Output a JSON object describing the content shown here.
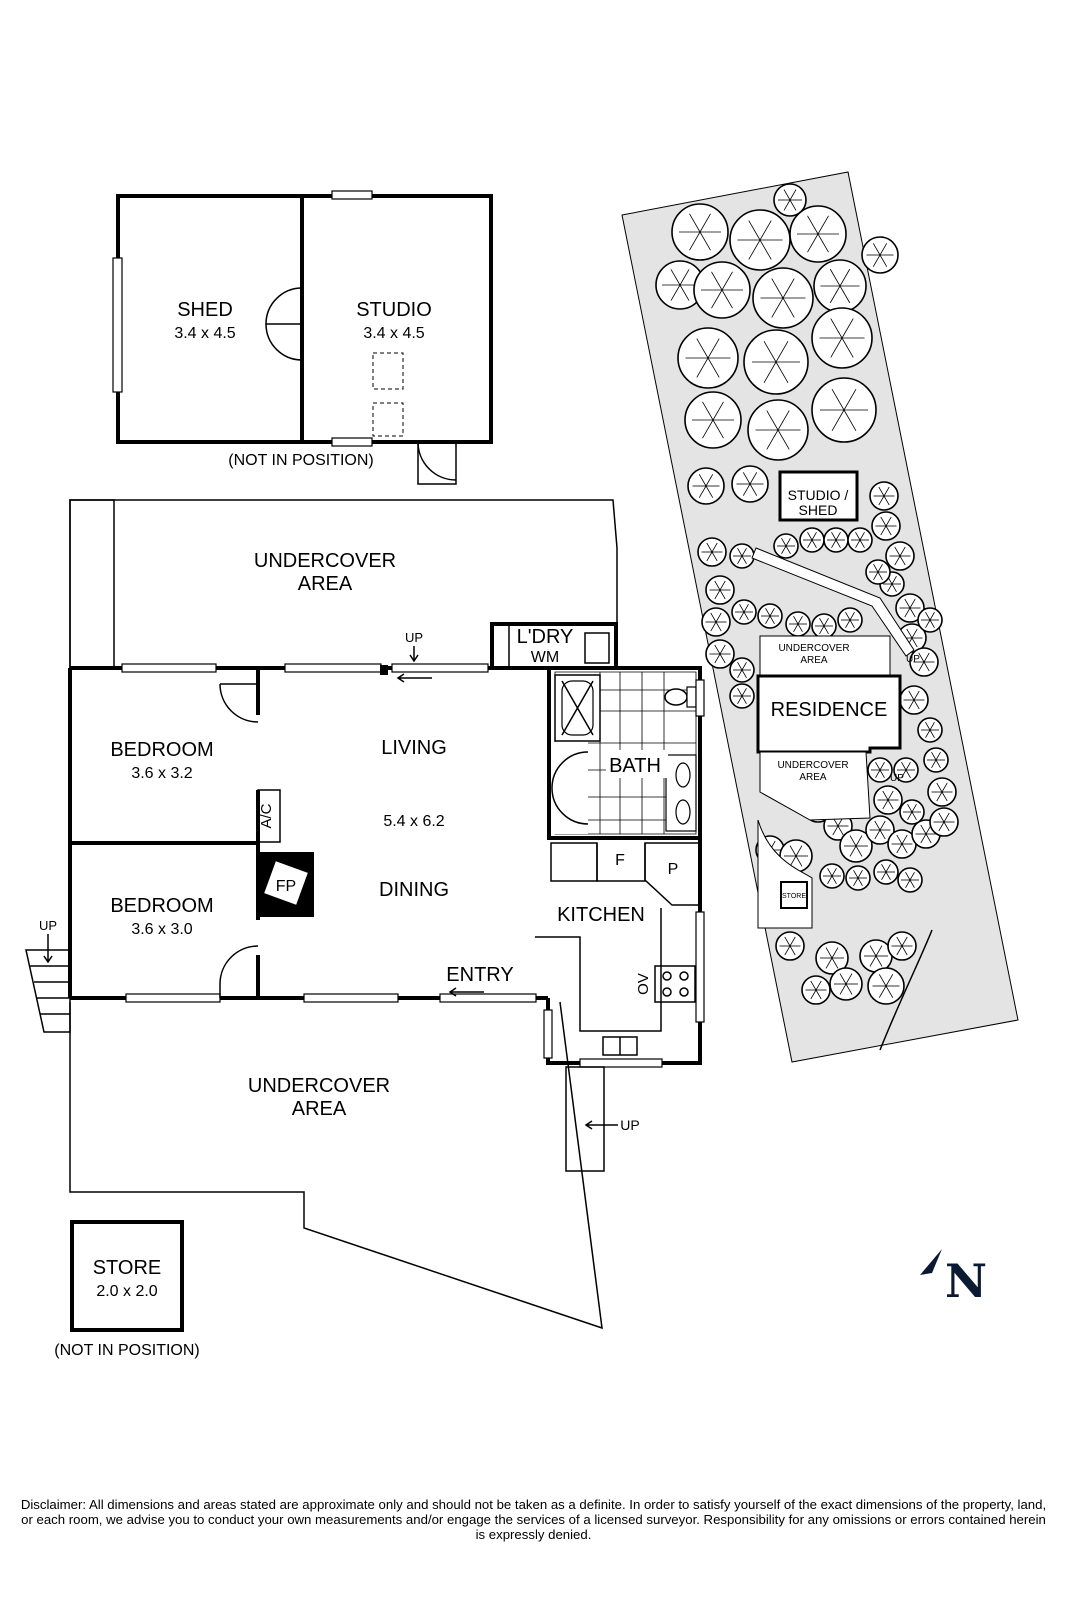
{
  "outbuilding": {
    "shed": {
      "name": "SHED",
      "dims": "3.4 x 4.5"
    },
    "studio": {
      "name": "STUDIO",
      "dims": "3.4 x 4.5"
    },
    "note": "(NOT IN POSITION)"
  },
  "main": {
    "undercover_top": [
      "UNDERCOVER",
      "AREA"
    ],
    "laundry": {
      "name": "L'DRY",
      "appliance": "WM"
    },
    "up_label": "UP",
    "bedroom1": {
      "name": "BEDROOM",
      "dims": "3.6 x 3.2"
    },
    "bedroom2": {
      "name": "BEDROOM",
      "dims": "3.6 x 3.0"
    },
    "living": {
      "name": "LIVING",
      "dims": "5.4 x 6.2"
    },
    "dining": "DINING",
    "ac": "A/C",
    "fireplace": "FP",
    "bath": "BATH",
    "fridge": "F",
    "pantry": "P",
    "kitchen": "KITCHEN",
    "oven": "OV",
    "entry": "ENTRY",
    "undercover_bottom": [
      "UNDERCOVER",
      "AREA"
    ],
    "store": {
      "name": "STORE",
      "dims": "2.0 x 2.0"
    },
    "store_note": "(NOT IN POSITION)"
  },
  "site_plan": {
    "studio_shed": [
      "STUDIO /",
      "SHED"
    ],
    "undercover_top": [
      "UNDERCOVER",
      "AREA"
    ],
    "residence": "RESIDENCE",
    "undercover_bottom": [
      "UNDERCOVER",
      "AREA"
    ],
    "store": "STORE",
    "up": "UP"
  },
  "compass": "N",
  "disclaimer": "Disclaimer: All dimensions and areas stated are approximate only and should not be taken as a definite. In order to satisfy yourself of the exact dimensions of the property, land, or each room, we advise you to conduct your own measurements and/or engage the services of a licensed surveyor. Responsibility for any omissions or errors contained herein is expressly denied.",
  "colors": {
    "wall": "#000000",
    "site_ground": "#e4e4e4",
    "compass_accent": "#0b1a33"
  }
}
